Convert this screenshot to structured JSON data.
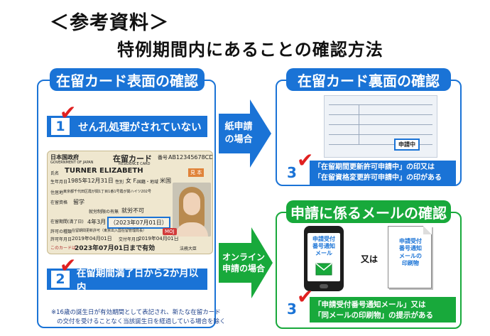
{
  "header": {
    "title_main": "＜参考資料＞",
    "title_sub": "特例期間内にあることの確認方法"
  },
  "front_panel": {
    "tab_label": "在留カード表面の確認",
    "step1": {
      "number": "1",
      "text": "せん孔処理がされていない"
    },
    "step2": {
      "number": "2",
      "text": "在留期間満了日から2か月以内"
    },
    "note_line1": "※16歳の誕生日が有効期間として表記され、新たな在留カード",
    "note_line2": "の交付を受けることなく当該誕生日を経過している場合を除く"
  },
  "residence_card": {
    "country": "日本国政府",
    "country_en": "GOVERNMENT OF JAPAN",
    "card_title": "在留カード",
    "card_title_en": "RESIDENCE CARD",
    "number_label": "番号",
    "number": "AB12345678CD",
    "name_label": "氏名",
    "name": "TURNER ELIZABETH",
    "dob_label": "生年月日",
    "dob": "1985年12月31日",
    "sex_label": "性別",
    "sex": "女 F.",
    "nationality_label": "国籍・地域",
    "nationality": "米国",
    "address_label": "住居地",
    "address": "東京都千代田区霞が関1丁目1番1号霞が関ハイツ202号",
    "status_label": "在留資格",
    "status": "留学",
    "work_label": "就労制限の有無",
    "work": "就労不可",
    "period_label": "在留期間(満了日)",
    "period": "4年3月",
    "period_date": "（2023年07月01日）",
    "perm_label": "許可の種類",
    "perm": "在留期間更新許可（東京出入国在留管理局長）",
    "perm_date_label": "許可年月日",
    "perm_date": "2019年04月01日",
    "issue_date_label": "交付年月日",
    "issue_date": "2019年04月01日",
    "valid_label": "このカードは",
    "valid": "2023年07月01日まで有効",
    "stamp_top": "見 本",
    "mof_mark": "MOJ",
    "issuer": "法務大臣"
  },
  "paper_route": {
    "label_line1": "紙申請",
    "label_line2": "の場合"
  },
  "back_panel": {
    "tab_label": "在留カード裏面の確認",
    "stamp": "申請中",
    "step3": {
      "number": "3",
      "line1": "「在留期間更新許可申請中」の印又は",
      "line2": "「在留資格変更許可申請中」の印がある"
    }
  },
  "online_route": {
    "label_line1": "オンライン",
    "label_line2": "申請の場合"
  },
  "mail_panel": {
    "tab_label": "申請に係るメールの確認",
    "phone_text": [
      "申請受付",
      "番号通知",
      "メール"
    ],
    "or_text": "又は",
    "paper_text": [
      "申請受付",
      "番号通知",
      "メールの",
      "印刷物"
    ],
    "step3": {
      "number": "3",
      "line1": "「申請受付番号通知メール」又は",
      "line2": "「同メールの印刷物」の提示がある"
    }
  },
  "colors": {
    "blue": "#1a73d6",
    "green": "#18a93b",
    "check_red": "#e02020"
  },
  "icons": {
    "check": "check-mark-icon",
    "arrow": "right-arrow-icon",
    "phone": "smartphone-icon",
    "envelope": "envelope-icon",
    "document": "document-icon"
  }
}
